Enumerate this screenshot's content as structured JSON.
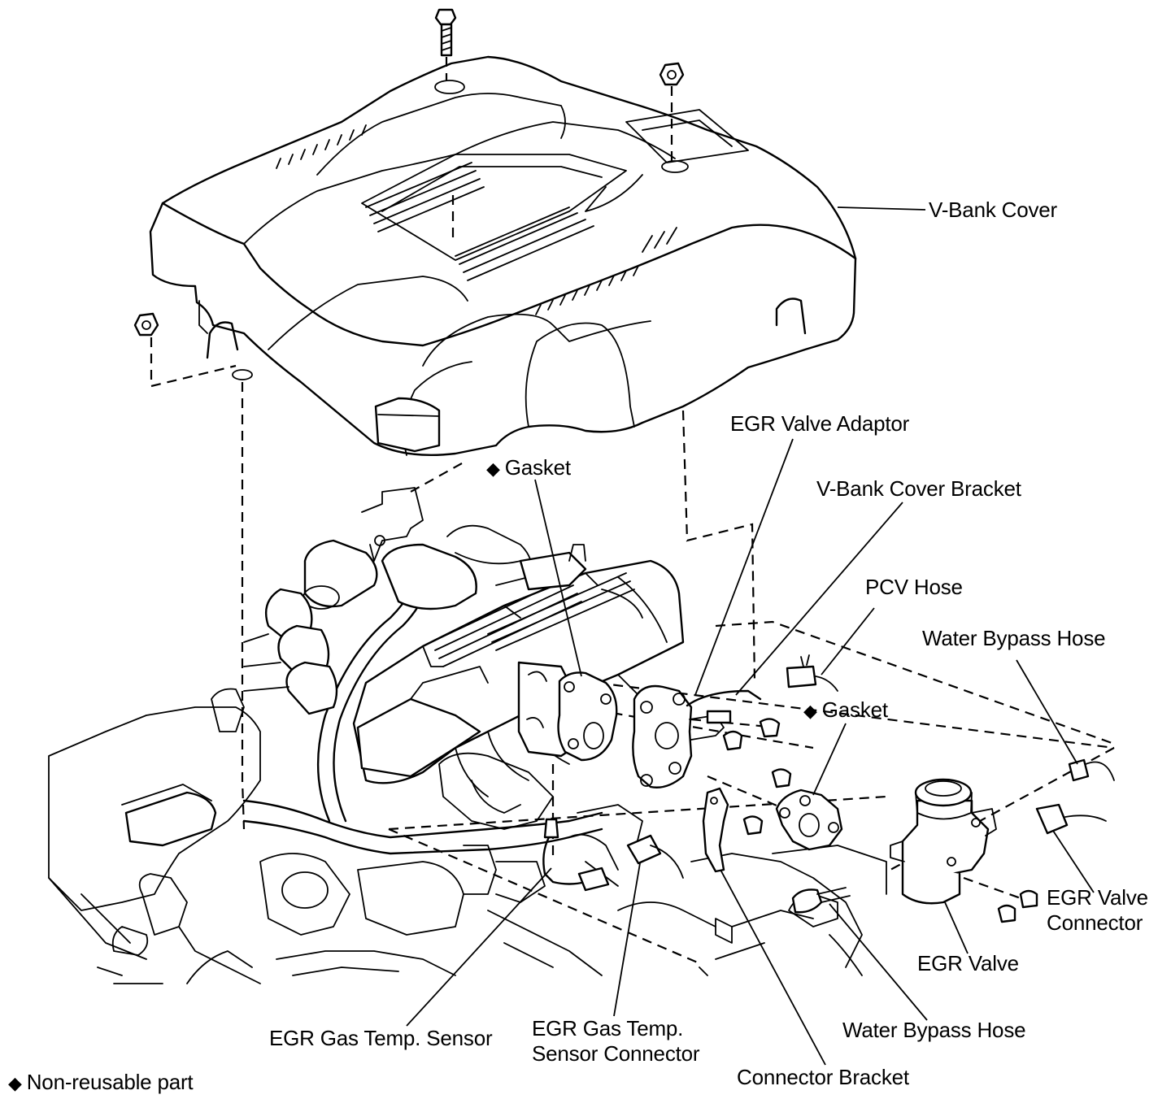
{
  "labels": {
    "v_bank_cover": "V-Bank Cover",
    "egr_valve_adaptor": "EGR Valve Adaptor",
    "gasket_top": "Gasket",
    "v_bank_cover_bracket": "V-Bank Cover Bracket",
    "pcv_hose": "PCV Hose",
    "water_bypass_hose_top": "Water Bypass Hose",
    "gasket_right": "Gasket",
    "egr_valve_connector_line1": "EGR Valve",
    "egr_valve_connector_line2": "Connector",
    "egr_valve": "EGR Valve",
    "egr_gas_temp_sensor": "EGR Gas Temp. Sensor",
    "egr_gas_temp_sensor_connector_line1": "EGR Gas Temp.",
    "egr_gas_temp_sensor_connector_line2": "Sensor Connector",
    "water_bypass_hose_bottom": "Water Bypass Hose",
    "connector_bracket": "Connector Bracket"
  },
  "legend": {
    "symbol": "◆",
    "text": "Non-reusable part"
  }
}
